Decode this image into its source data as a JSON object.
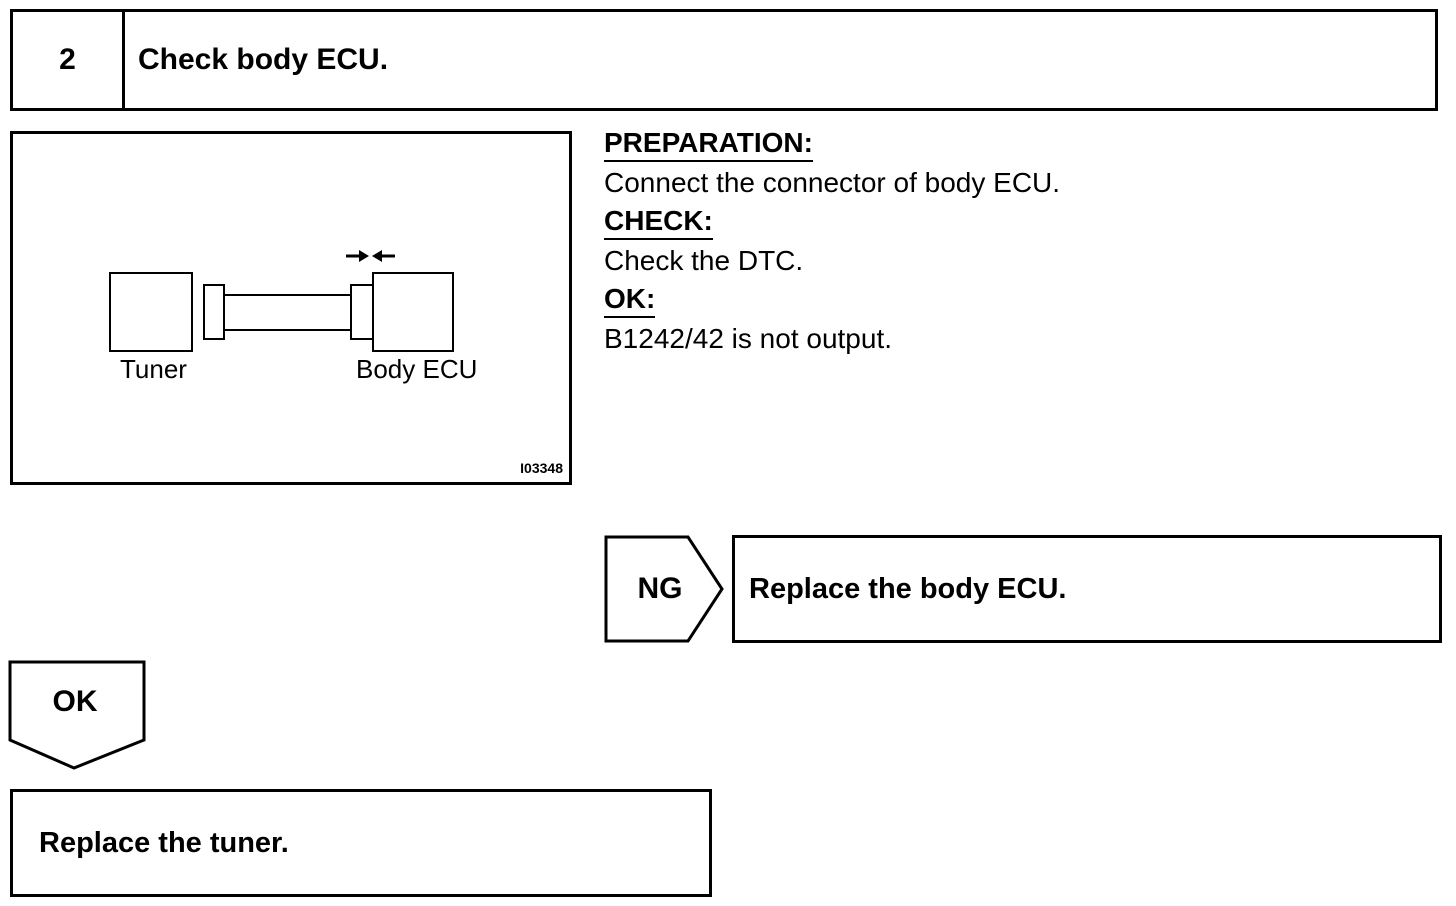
{
  "step": {
    "number": "2",
    "title": "Check body ECU."
  },
  "figure": {
    "label_tuner": "Tuner",
    "label_body_ecu": "Body ECU",
    "figure_id": "I03348"
  },
  "instructions": {
    "preparation_heading": "PREPARATION:",
    "preparation_text": "Connect the connector of body ECU.",
    "check_heading": "CHECK:",
    "check_text": "Check the DTC.",
    "ok_heading": "OK:",
    "ok_text": "B1242/42 is not output."
  },
  "ng": {
    "label": "NG",
    "result": "Replace the body ECU."
  },
  "ok": {
    "label": "OK",
    "result": "Replace the tuner."
  }
}
